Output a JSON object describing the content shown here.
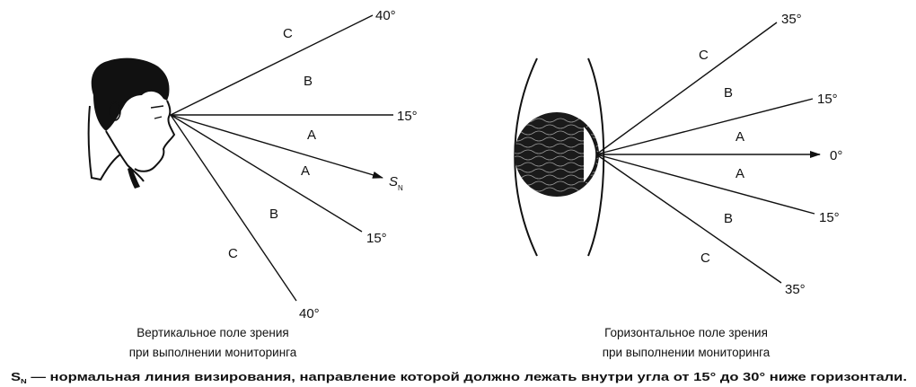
{
  "vertical": {
    "angles": {
      "top": "40°",
      "upper": "15°",
      "lower": "15°",
      "bottom": "40°"
    },
    "zones": {
      "c_top": "C",
      "b_top": "B",
      "a_top": "A",
      "a_bottom": "A",
      "b_bottom": "B",
      "c_bottom": "C"
    },
    "sn_label": "S",
    "sn_subscript": "N",
    "caption_line1": "Вертикальное поле зрения",
    "caption_line2": "при выполнении мониторинга"
  },
  "horizontal": {
    "angles": {
      "top": "35°",
      "upper": "15°",
      "center": "0°",
      "lower": "15°",
      "bottom": "35°"
    },
    "zones": {
      "c_top": "C",
      "b_top": "B",
      "a_top": "A",
      "a_bottom": "A",
      "b_bottom": "B",
      "c_bottom": "C"
    },
    "caption_line1": "Горизонтальное поле зрения",
    "caption_line2": "при выполнении мониторинга"
  },
  "footnote": {
    "symbol": "S",
    "subscript": "N",
    "text": " — нормальная линия визирования, направление которой должно лежать внутри угла от 15° до 30° ниже горизонтали."
  }
}
